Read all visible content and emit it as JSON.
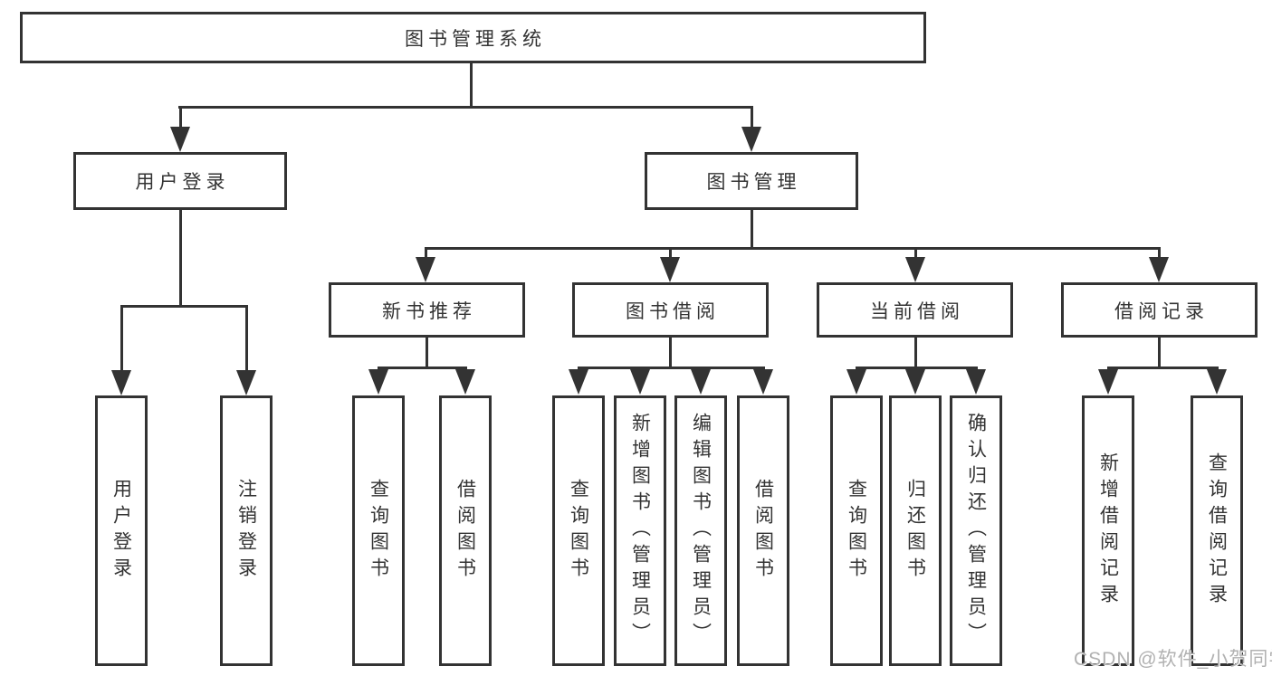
{
  "tree": {
    "root": {
      "label": "图书管理系统"
    },
    "user_login": {
      "label": "用户登录",
      "leaves": [
        {
          "label": "用户登录"
        },
        {
          "label": "注销登录"
        }
      ]
    },
    "book_management": {
      "label": "图书管理",
      "children": [
        {
          "label": "新书推荐",
          "leaves": [
            {
              "label": "查询图书"
            },
            {
              "label": "借阅图书"
            }
          ]
        },
        {
          "label": "图书借阅",
          "leaves": [
            {
              "label": "查询图书"
            },
            {
              "label": "新增图书（管理员）"
            },
            {
              "label": "编辑图书（管理员）"
            },
            {
              "label": "借阅图书"
            }
          ]
        },
        {
          "label": "当前借阅",
          "leaves": [
            {
              "label": "查询图书"
            },
            {
              "label": "归还图书"
            },
            {
              "label": "确认归还（管理员）"
            }
          ]
        },
        {
          "label": "借阅记录",
          "leaves": [
            {
              "label": "新增借阅记录"
            },
            {
              "label": "查询借阅记录"
            }
          ]
        }
      ]
    }
  },
  "watermark": {
    "text": "CSDN @软件_小贺同学"
  },
  "colors": {
    "line": "#333333",
    "text": "#333333",
    "background": "#ffffff",
    "watermark": "#b1b1b1"
  }
}
